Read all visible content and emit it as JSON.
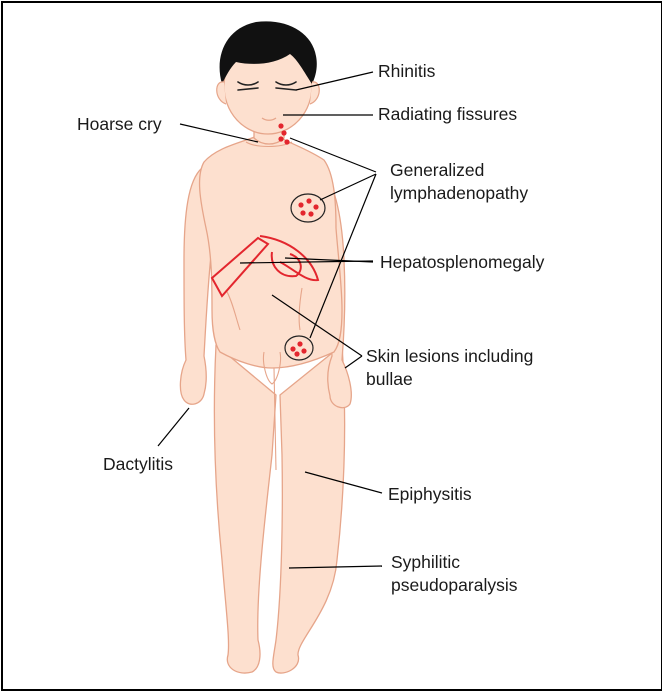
{
  "labels": {
    "rhinitis": "Rhinitis",
    "radiating_fissures": "Radiating fissures",
    "hoarse_cry": "Hoarse cry",
    "generalized_lymphadenopathy_1": "Generalized",
    "generalized_lymphadenopathy_2": "lymphadenopathy",
    "hepatosplenomegaly": "Hepatosplenomegaly",
    "skin_lesions_1": "Skin lesions including",
    "skin_lesions_2": "bullae",
    "dactylitis": "Dactylitis",
    "epiphysitis": "Epiphysitis",
    "pseudoparalysis_1": "Syphilitic",
    "pseudoparalysis_2": "pseudoparalysis"
  },
  "colors": {
    "skin_fill": "#fde0cf",
    "skin_outline": "#e6a58a",
    "hair": "#111111",
    "lesion_red": "#e3262e",
    "leader_line": "#000000"
  },
  "icons": [
    "child-body-figure",
    "lymph-node-cluster",
    "liver-spleen-outline"
  ]
}
